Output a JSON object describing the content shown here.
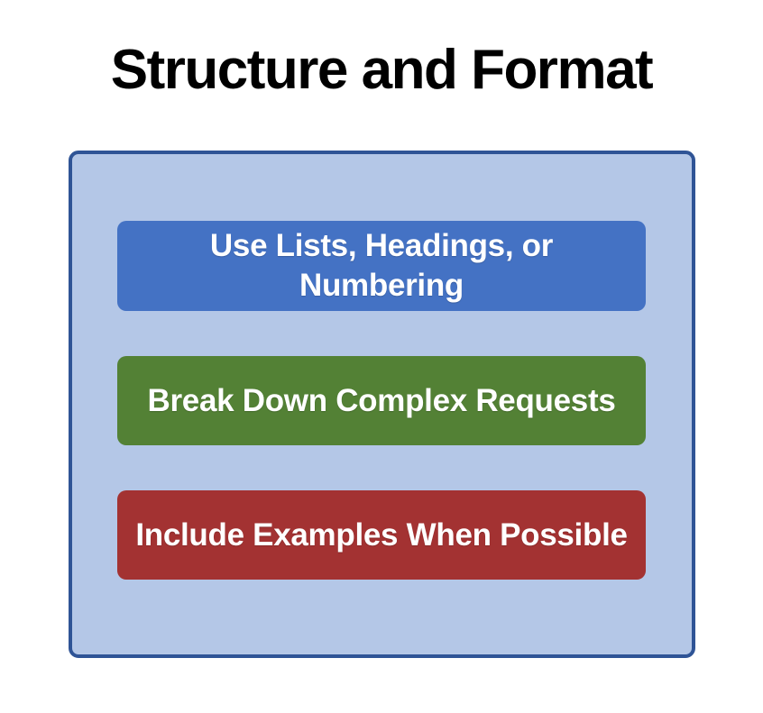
{
  "page": {
    "title": "Structure and Format",
    "background": "#FFFFFF"
  },
  "panel": {
    "background": "#B4C7E7",
    "border_color": "#2F5496",
    "text_color": "#FFFFFF",
    "items": [
      {
        "label": "Use Lists, Headings, or Numbering",
        "color": "#4472C4"
      },
      {
        "label": "Break Down Complex Requests",
        "color": "#538135"
      },
      {
        "label": "Include Examples When Possible",
        "color": "#A33232"
      }
    ]
  }
}
